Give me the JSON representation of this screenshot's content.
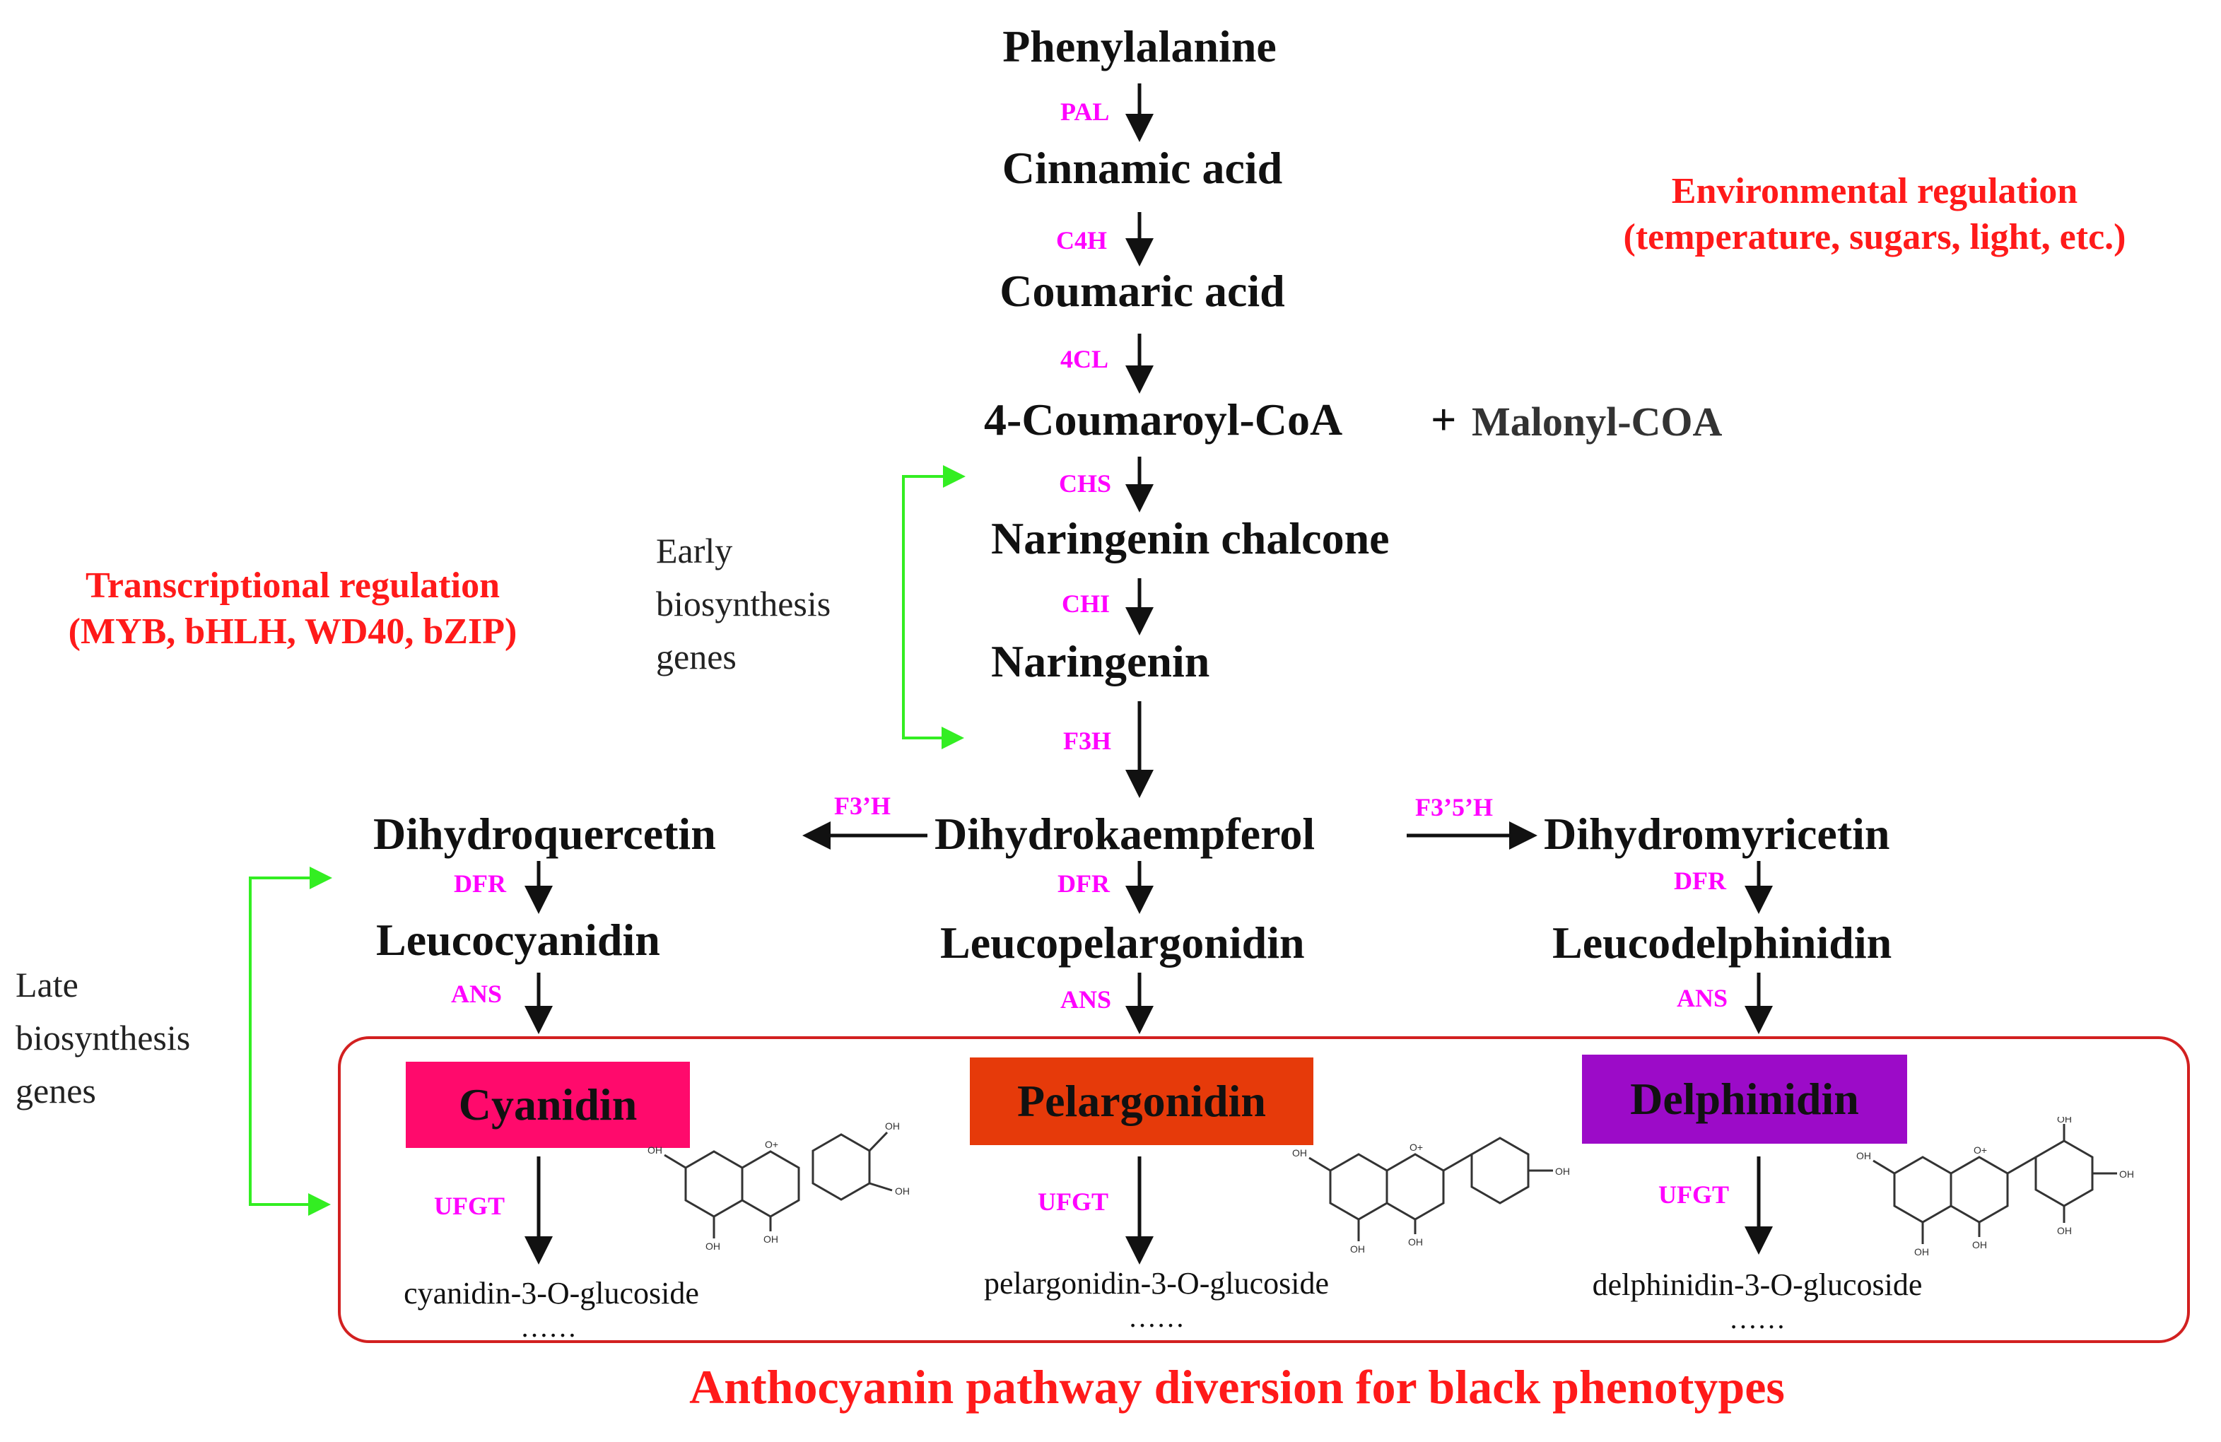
{
  "compounds": {
    "phenylalanine": "Phenylalanine",
    "cinnamic_acid": "Cinnamic acid",
    "coumaric_acid": "Coumaric acid",
    "coumaroyl_coa": "4-Coumaroyl-CoA",
    "plus": "+",
    "malonyl_coa": "Malonyl-COA",
    "naringenin_chalcone": "Naringenin chalcone",
    "naringenin": "Naringenin",
    "dihydroquercetin": "Dihydroquercetin",
    "dihydrokaempferol": "Dihydrokaempferol",
    "dihydromyricetin": "Dihydromyricetin",
    "leucocyanidin": "Leucocyanidin",
    "leucopelargonidin": "Leucopelargonidin",
    "leucodelphinidin": "Leucodelphinidin"
  },
  "enzymes": {
    "pal": "PAL",
    "c4h": "C4H",
    "4cl": "4CL",
    "chs": "CHS",
    "chi": "CHI",
    "f3h": "F3H",
    "f3prime_h": "F3’H",
    "f3prime5prime_h": "F3’5’H",
    "dfr": "DFR",
    "ans": "ANS",
    "ufgt": "UFGT"
  },
  "regulation": {
    "environmental_title": "Environmental regulation",
    "environmental_detail": "(temperature, sugars, light, etc.)",
    "transcriptional_title": "Transcriptional regulation",
    "transcriptional_detail": "(MYB, bHLH, WD40, bZIP)"
  },
  "gene_groups": {
    "early": [
      "Early",
      "biosynthesis",
      "genes"
    ],
    "late": [
      "Late",
      "biosynthesis",
      "genes"
    ]
  },
  "pigments": [
    {
      "name": "Cyanidin",
      "glucoside": "cyanidin-3-O-glucoside",
      "ellipsis": "……",
      "color": "#ff0a6c"
    },
    {
      "name": "Pelargonidin",
      "glucoside": "pelargonidin-3-O-glucoside",
      "ellipsis": "……",
      "color": "#e63a0a"
    },
    {
      "name": "Delphinidin",
      "glucoside": "delphinidin-3-O-glucoside",
      "ellipsis": "……",
      "color": "#9c0bc8"
    }
  ],
  "footer": "Anthocyanin pathway diversion for black phenotypes",
  "colors": {
    "enzyme": "#ff00ff",
    "regulation": "#ff1a1a",
    "bracket": "#33ee22",
    "arrow": "#111111",
    "box_border": "#d22020"
  },
  "molecule_labels": {
    "oh": "OH",
    "oxonium": "O+"
  }
}
